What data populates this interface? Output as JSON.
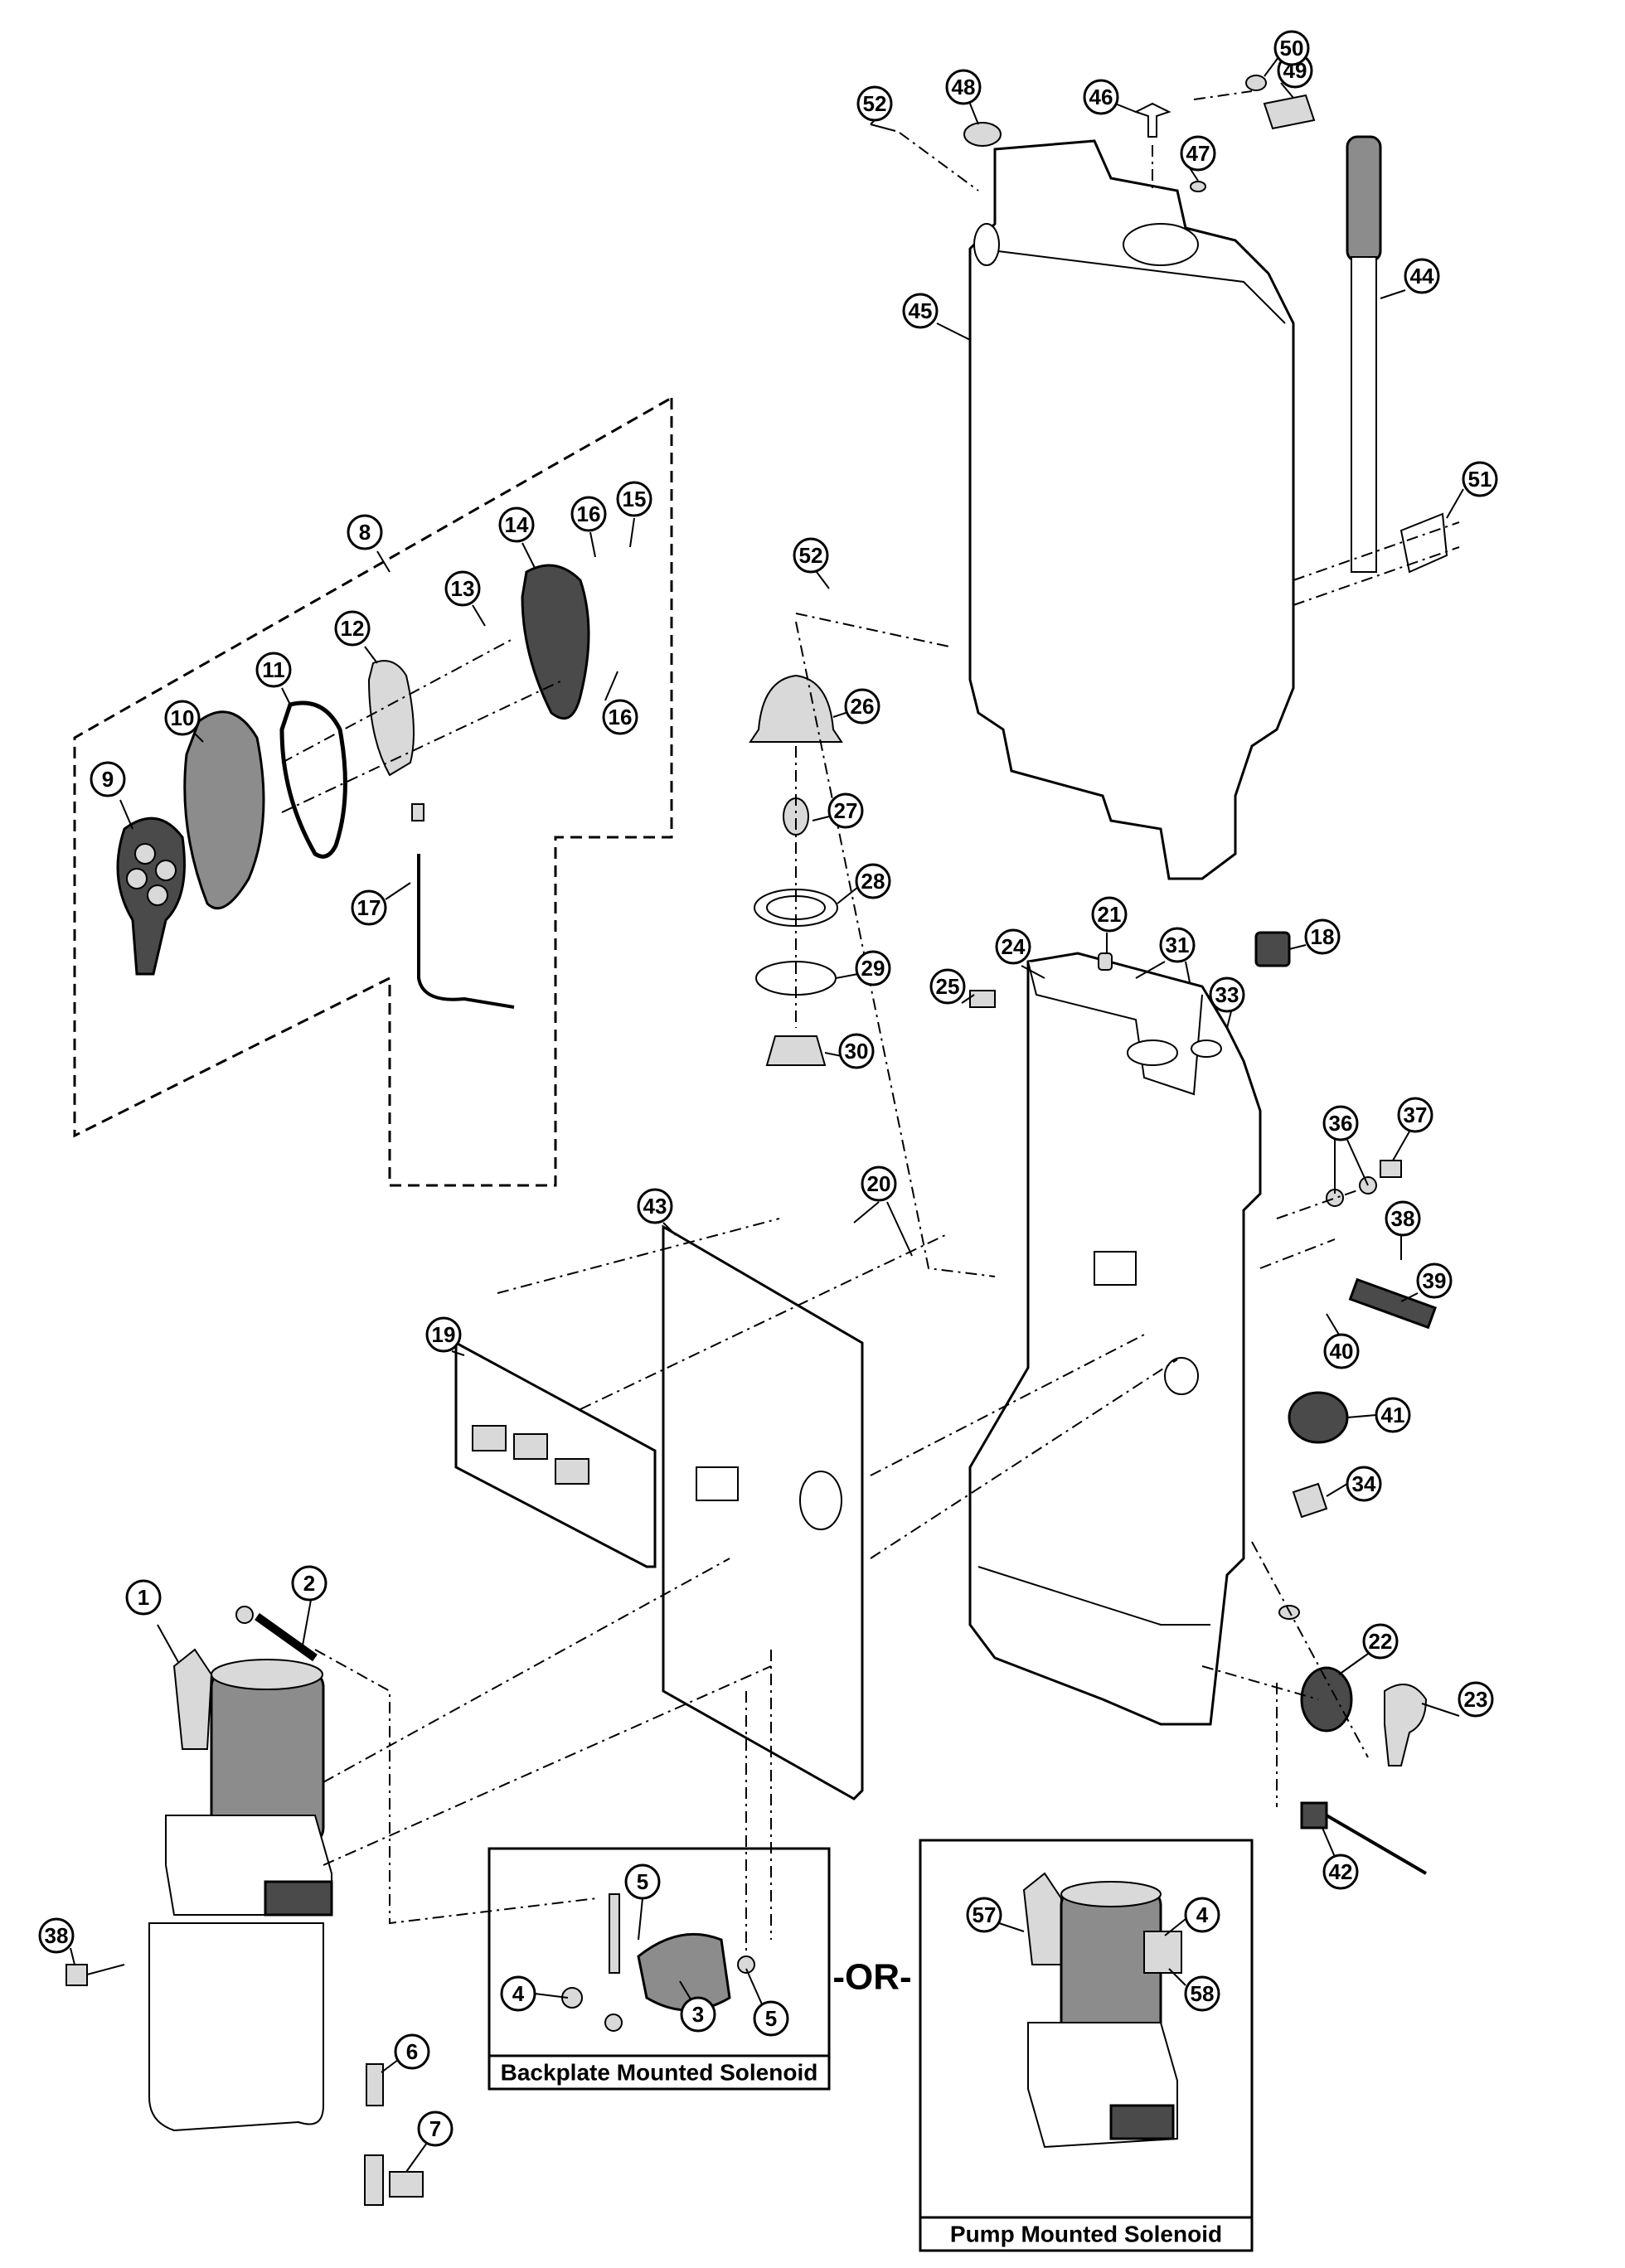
{
  "callouts": [
    "1",
    "2",
    "3",
    "4",
    "5",
    "6",
    "7",
    "8",
    "9",
    "10",
    "11",
    "12",
    "13",
    "14",
    "15",
    "16",
    "17",
    "18",
    "19",
    "20",
    "21",
    "22",
    "23",
    "24",
    "25",
    "26",
    "27",
    "28",
    "29",
    "30",
    "31",
    "33",
    "34",
    "36",
    "37",
    "38",
    "39",
    "40",
    "41",
    "42",
    "43",
    "44",
    "45",
    "46",
    "47",
    "48",
    "49",
    "50",
    "51",
    "52",
    "57",
    "58"
  ],
  "panels": {
    "backplate_label": "Backplate Mounted Solenoid",
    "pump_label": "Pump Mounted Solenoid",
    "or_label": "-OR-"
  }
}
